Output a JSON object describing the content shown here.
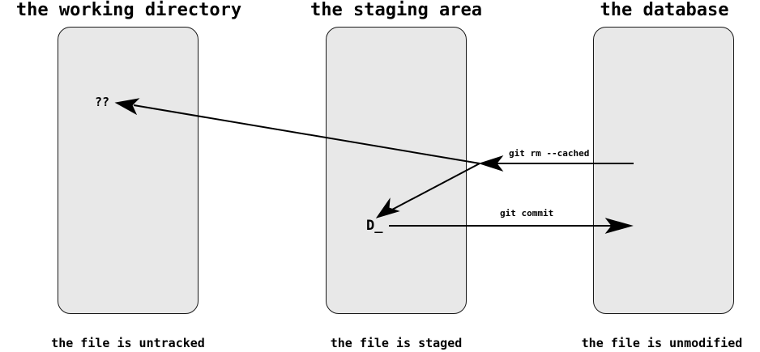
{
  "titles": {
    "working_directory": "the working directory",
    "staging_area": "the staging area",
    "database": "the database"
  },
  "captions": {
    "working_directory": "the file is untracked",
    "staging_area": "the file is staged",
    "database": "the file is unmodified"
  },
  "status_codes": {
    "untracked": "??",
    "deleted_staged": "D_"
  },
  "commands": {
    "rm_cached": "git rm --cached",
    "commit": "git commit"
  },
  "colors": {
    "panel_fill": "#e8e8e8",
    "panel_border": "#1a1a1a",
    "arrow": "#000000",
    "text": "#000000"
  }
}
